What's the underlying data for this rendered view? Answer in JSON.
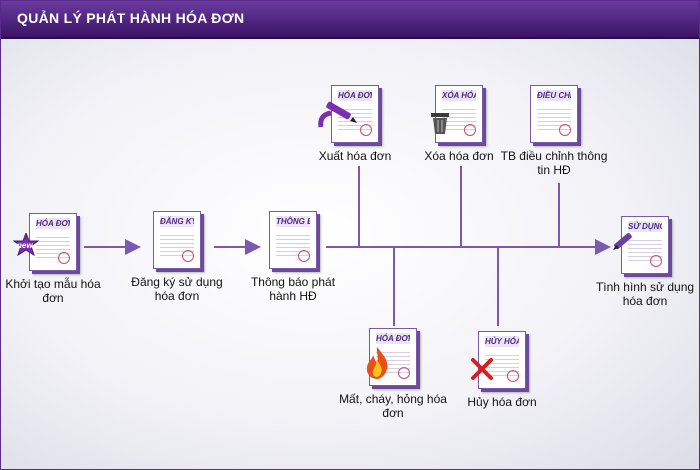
{
  "header": {
    "title": "QUẢN LÝ PHÁT HÀNH HÓA ĐƠN"
  },
  "nodes": {
    "khoi_tao": {
      "doc_title": "HÓA ĐƠN",
      "label": "Khởi tạo mẫu hóa đơn",
      "badge": "new"
    },
    "dang_ky": {
      "doc_title": "ĐĂNG KÝ",
      "label": "Đăng ký sử dụng hóa đơn"
    },
    "thong_bao": {
      "doc_title": "THÔNG BÁO",
      "label": "Thông báo phát hành HĐ"
    },
    "xuat": {
      "doc_title": "HÓA ĐƠN",
      "label": "Xuất hóa đơn"
    },
    "xoa": {
      "doc_title": "XÓA HÓA ĐƠN",
      "label": "Xóa hóa đơn"
    },
    "tb_dieu_chinh": {
      "doc_title": "ĐIỀU CHỈNH",
      "label": "TB điều chỉnh thông tin HĐ"
    },
    "tinh_hinh": {
      "doc_title": "SỬ DỤNG HÓA ĐƠN",
      "label": "Tình hình sử dụng hóa đơn"
    },
    "mat_chay": {
      "doc_title": "HÓA ĐƠN",
      "label": "Mất, cháy, hỏng hóa đơn"
    },
    "huy": {
      "doc_title": "HỦY HÓA ĐƠN",
      "label": "Hủy hóa đơn"
    }
  },
  "colors": {
    "header": "#4a1f7a",
    "connector": "#7a5ab0",
    "accent": "#6b3fa0"
  }
}
